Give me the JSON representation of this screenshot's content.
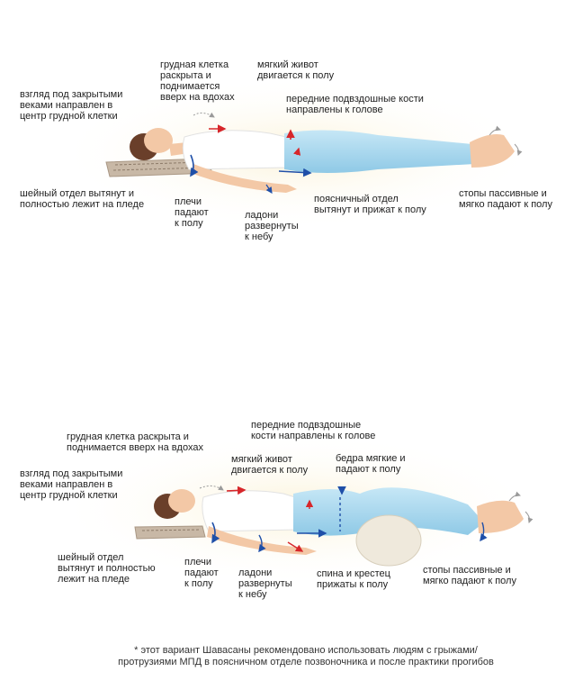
{
  "pose1": {
    "labels": {
      "gaze": "взгляд под закрытыми\nвеками направлен в\nцентр грудной клетки",
      "chest": "грудная клетка\nраскрыта и\nподнимается\nвверх на вдохах",
      "belly": "мягкий живот\nдвигается к полу",
      "hips": "передние подвздошные кости\nнаправлены к голове",
      "neck": "шейный отдел вытянут и\nполностью лежит на пледе",
      "shoulders": "плечи\nпадают\nк полу",
      "palms": "ладони\nразвернуты\nк небу",
      "lumbar": "поясничный отдел\nвытянут и прижат к полу",
      "feet": "стопы пассивные и\nмягко падают к полу"
    }
  },
  "pose2": {
    "labels": {
      "chest": "грудная клетка раскрыта и\nподнимается вверх на вдохах",
      "hips": "передние подвздошные\nкости направлены к голове",
      "gaze": "взгляд под закрытыми\nвеками направлен в\nцентр грудной клетки",
      "belly": "мягкий живот\nдвигается к полу",
      "thighs": "бедра мягкие и\nпадают к полу",
      "neck": "шейный отдел\nвытянут и полностью\nлежит на пледе",
      "shoulders": "плечи\nпадают\nк полу",
      "palms": "ладони\nразвернуты\nк небу",
      "back": "спина и крестец\nприжаты к полу",
      "feet": "стопы пассивные и\nмягко падают к полу"
    }
  },
  "footnote": "* этот вариант Шавасаны рекомендовано использовать людям с грыжами/\nпротрузиями МПД в поясничном отделе позвоночника и после практики прогибов",
  "colors": {
    "leggings": "#a9d8ee",
    "skin": "#f3c8a6",
    "top": "#ffffff",
    "hair": "#6a3f2a",
    "blanket": "#c8b8a6",
    "bolster": "#efe9dc",
    "arrow_red": "#d7262a",
    "arrow_blue": "#1f4fa8",
    "glow": "#fbf3d9"
  }
}
